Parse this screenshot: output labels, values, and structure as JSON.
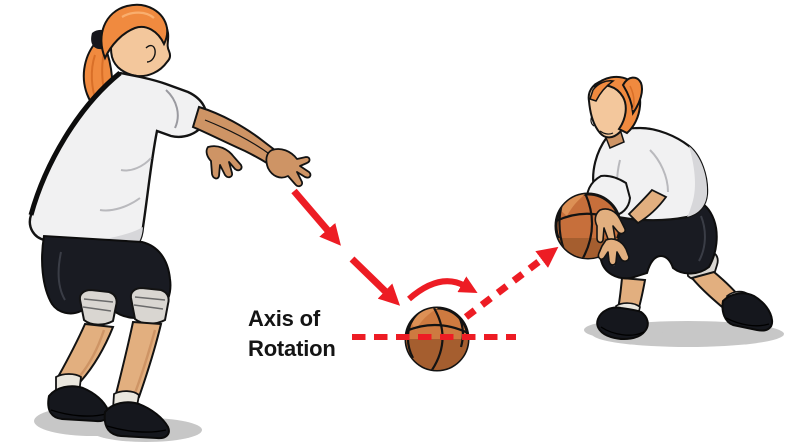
{
  "label": {
    "line1": "Axis of",
    "line2": "Rotation"
  },
  "figures": {
    "thrower": "player-throwing-bounce-pass",
    "receiver": "player-catching-bounce-pass"
  },
  "annotations": {
    "incoming_arrow": "ball-path-descending",
    "rotation_arrow": "ball-spin-direction",
    "outgoing_arrow": "ball-path-ascending",
    "axis_line": "axis-of-rotation-dashed-line"
  },
  "colors": {
    "red": "#ED1C24",
    "ink": "#131313",
    "label": "#141414",
    "skin": "#F3C79C",
    "skin_arm": "#CE9465",
    "skin_leg": "#E2AF7F",
    "hair": "#F08A3F",
    "hair_dark": "#D96F28",
    "hair_light": "#F9AE6E",
    "shirt": "#F1F1F2",
    "shirt_shade": "#D7D7DA",
    "shorts": "#191B22",
    "cuff": "#D9D6D1",
    "sock": "#EAE7DE",
    "shoe": "#15171D",
    "shadow": "#C7C7C7",
    "ball_top": "#CE7A40",
    "ball_mid": "#C76F3B",
    "ball_light": "#DD9055",
    "ball_dark": "#A55E2F"
  }
}
